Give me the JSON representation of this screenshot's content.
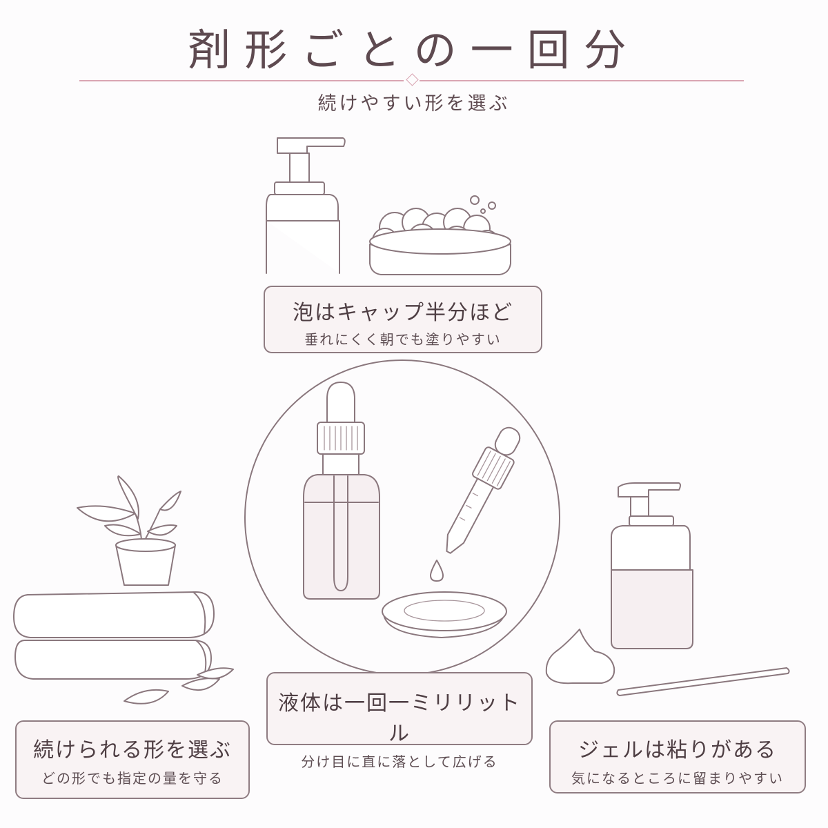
{
  "header": {
    "title": "剤形ごとの一回分",
    "subtitle": "続けやすい形を選ぶ"
  },
  "cards": {
    "foam": {
      "heading": "泡はキャップ半分ほど",
      "sub": "垂れにくく朝でも塗りやすい"
    },
    "liquid": {
      "heading": "液体は一回一ミリリットル",
      "sub": "分け目に直に落として広げる"
    },
    "routine": {
      "heading": "続けられる形を選ぶ",
      "sub": "どの形でも指定の量を守る"
    },
    "gel": {
      "heading": "ジェルは粘りがある",
      "sub": "気になるところに留まりやすい"
    }
  },
  "colors": {
    "accent": "#d9a5b2",
    "line": "#8a777d",
    "card_bg": "#f9f3f4",
    "text": "#5e4a50"
  },
  "icons": [
    "pump-bottle-icon",
    "foam-bowl-icon",
    "dropper-bottle-icon",
    "dropper-icon",
    "dish-icon",
    "plant-pot-icon",
    "towel-stack-icon",
    "leaf-icon",
    "gel-pump-bottle-icon",
    "gel-dollop-icon",
    "spatula-icon"
  ]
}
